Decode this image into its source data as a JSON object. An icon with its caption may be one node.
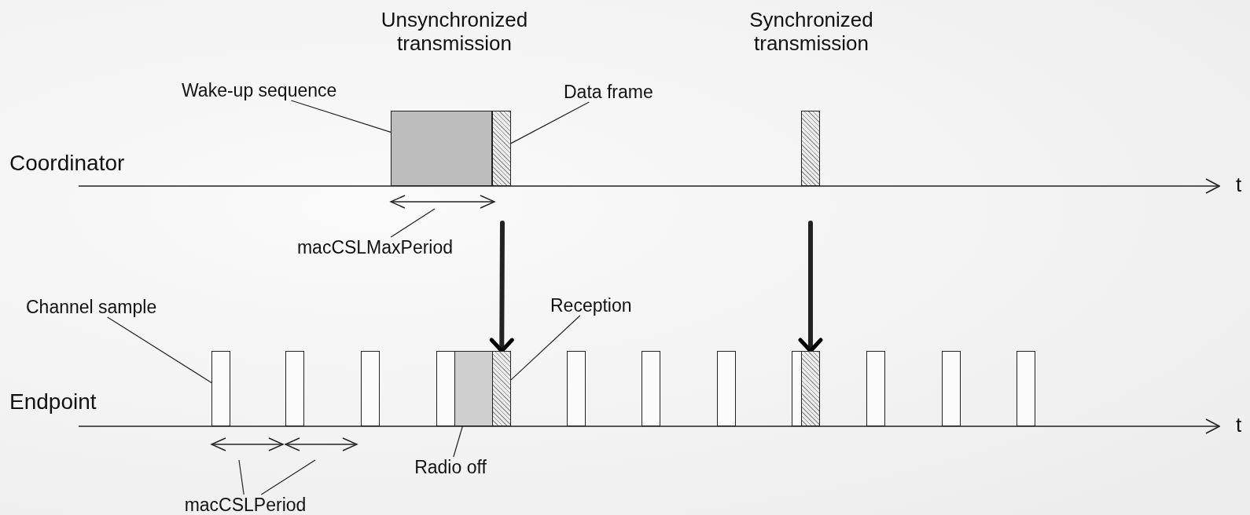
{
  "diagram": {
    "nodes": [
      {
        "text": [
          "Wake-up sequence"
        ]
      },
      {
        "text": [
          "Data frame"
        ]
      },
      {
        "text": [],
        "shape": "box"
      },
      {
        "text": [],
        "shape": "box"
      },
      {
        "text": [],
        "shape": "box"
      },
      {
        "text": [
          "macCSLMaxPeriod"
        ]
      },
      {
        "text": [
          "Channel sample"
        ]
      },
      {
        "text": [
          "Reception"
        ]
      },
      {
        "text": [],
        "shape": "box"
      },
      {
        "text": [],
        "shape": "box"
      },
      {
        "text": [],
        "shape": "box"
      },
      {
        "text": [],
        "shape": "box"
      },
      {
        "text": [],
        "shape": "box"
      },
      {
        "text": [],
        "shape": "box"
      },
      {
        "text": [],
        "shape": "box"
      },
      {
        "text": [],
        "shape": "box"
      },
      {
        "text": [],
        "shape": "box"
      },
      {
        "text": [],
        "shape": "box"
      },
      {
        "text": [],
        "shape": "box"
      },
      {
        "text": [],
        "shape": "box"
      },
      {
        "text": [],
        "shape": "box"
      },
      {
        "text": [],
        "shape": "box"
      },
      {
        "text": [
          "Radio off"
        ]
      },
      {
        "text": [
          "macCSLPeriod"
        ]
      }
    ],
    "edges": [
      {
        "from": 0,
        "to": 2,
        "arrow": "none"
      },
      {
        "from": 1,
        "to": 3,
        "arrow": "none"
      },
      {
        "from": 5,
        "to": null,
        "arrow": "none"
      },
      {
        "from": 6,
        "to": 8,
        "arrow": "none"
      },
      {
        "from": 7,
        "to": 13,
        "arrow": "none"
      },
      {
        "from": null,
        "to": 13,
        "arrow": "to",
        "style": "thick"
      },
      {
        "from": null,
        "to": 18,
        "arrow": "to",
        "style": "thick"
      },
      {
        "from": 22,
        "to": 12,
        "arrow": "none"
      },
      {
        "from": 23,
        "to": null,
        "arrow": "none"
      },
      {
        "from": 23,
        "to": null,
        "arrow": "none"
      }
    ],
    "labels": [
      "Unsynchronized transmission",
      "Synchronized transmission",
      "Coordinator",
      "t",
      "Endpoint",
      "t"
    ]
  }
}
